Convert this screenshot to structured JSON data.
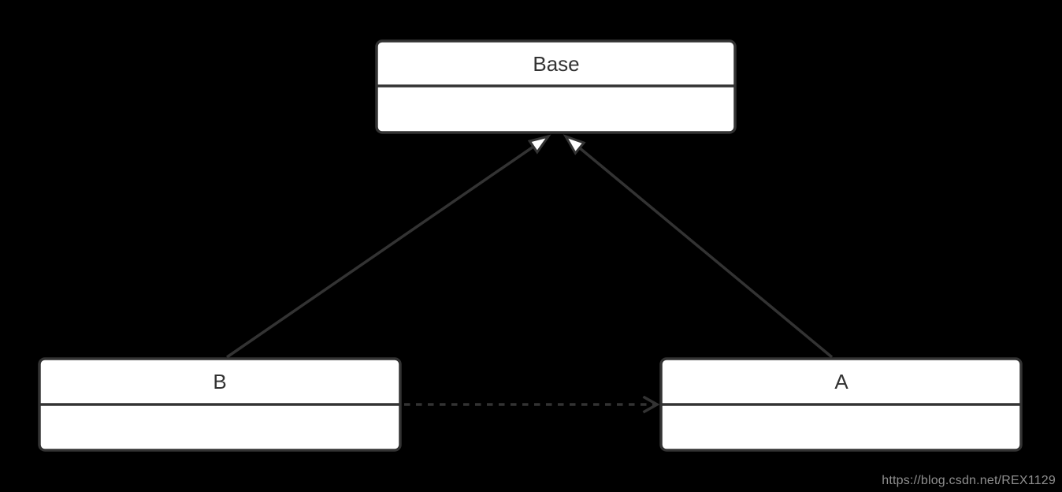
{
  "page": {
    "background_color": "#000000"
  },
  "diagram": {
    "type": "uml-class-diagram",
    "colors": {
      "stroke": "#333333",
      "node_fill": "#ffffff",
      "label_text": "#333333",
      "arrowhead_fill": "#ffffff"
    },
    "nodes": [
      {
        "id": "Base",
        "label": "Base",
        "attributes_compartment": ""
      },
      {
        "id": "B",
        "label": "B",
        "attributes_compartment": ""
      },
      {
        "id": "A",
        "label": "A",
        "attributes_compartment": ""
      }
    ],
    "edges": [
      {
        "from": "B",
        "to": "Base",
        "type": "generalization",
        "line_style": "solid",
        "arrowhead": "hollow-triangle"
      },
      {
        "from": "A",
        "to": "Base",
        "type": "generalization",
        "line_style": "solid",
        "arrowhead": "hollow-triangle"
      },
      {
        "from": "B",
        "to": "A",
        "type": "dependency",
        "line_style": "dashed",
        "arrowhead": "open-arrow"
      }
    ]
  },
  "watermark": {
    "text": "https://blog.csdn.net/REX1129",
    "color": "#8f8f8f"
  }
}
